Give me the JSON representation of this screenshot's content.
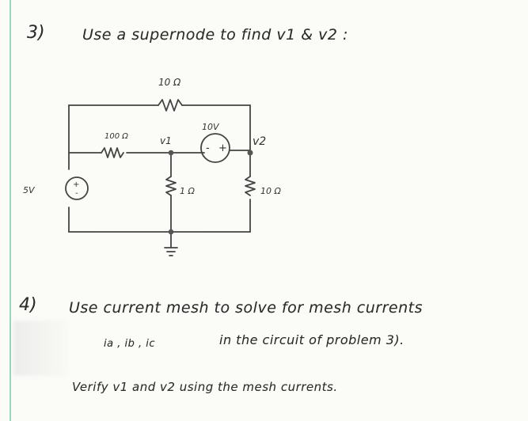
{
  "problem_3": {
    "number": "3)",
    "prompt": "Use a supernode to find v1 & v2 :"
  },
  "circuit": {
    "top_resistor": "10 Ω",
    "left_series_resistor": "100 Ω",
    "node_1": "v1",
    "node_2": "v2",
    "dependent_voltage_label": "10V",
    "source_voltage_label": "5V",
    "middle_resistor": "1 Ω",
    "right_resistor": "10 Ω",
    "plus_sign": "+",
    "minus_sign": "-",
    "ground_label": "ground"
  },
  "problem_4": {
    "number": "4)",
    "prompt_line_1": "Use current mesh to solve for mesh currents",
    "prompt_line_2_vars": "ia , ib , ic",
    "prompt_line_2_rest": "in the circuit of problem 3).",
    "prompt_line_3": "Verify v1 and v2 using the mesh currents."
  }
}
